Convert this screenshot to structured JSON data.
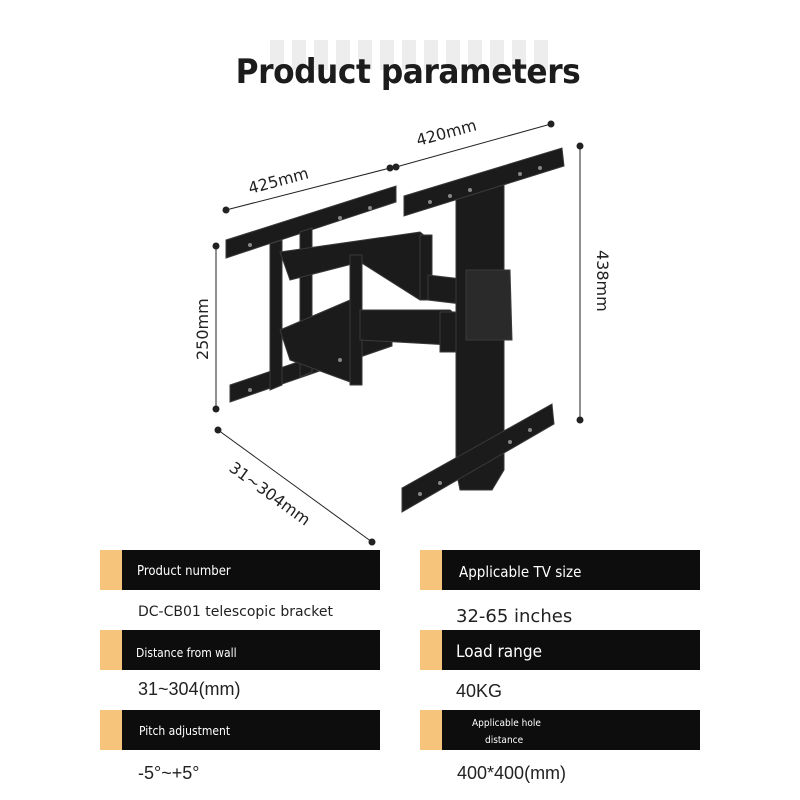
{
  "title": "Product parameters",
  "dimensions": {
    "top_width": "420mm",
    "arm_length": "425mm",
    "height": "438mm",
    "wall_plate_height": "250mm",
    "extension": "31~304mm"
  },
  "specs": [
    {
      "label": "Product number",
      "value": "DC-CB01 telescopic bracket"
    },
    {
      "label": "Applicable TV size",
      "value": "32-65 inches"
    },
    {
      "label": "Distance from wall",
      "value": "31~304(mm)"
    },
    {
      "label": "Load range",
      "value": "40KG"
    },
    {
      "label": "Pitch adjustment",
      "value": "-5°~+5°"
    },
    {
      "label_line1": "Applicable hole",
      "label_line2": "distance",
      "value": "400*400(mm)"
    }
  ],
  "colors": {
    "bar": "#0d0d0d",
    "tab": "#f6c47b"
  }
}
